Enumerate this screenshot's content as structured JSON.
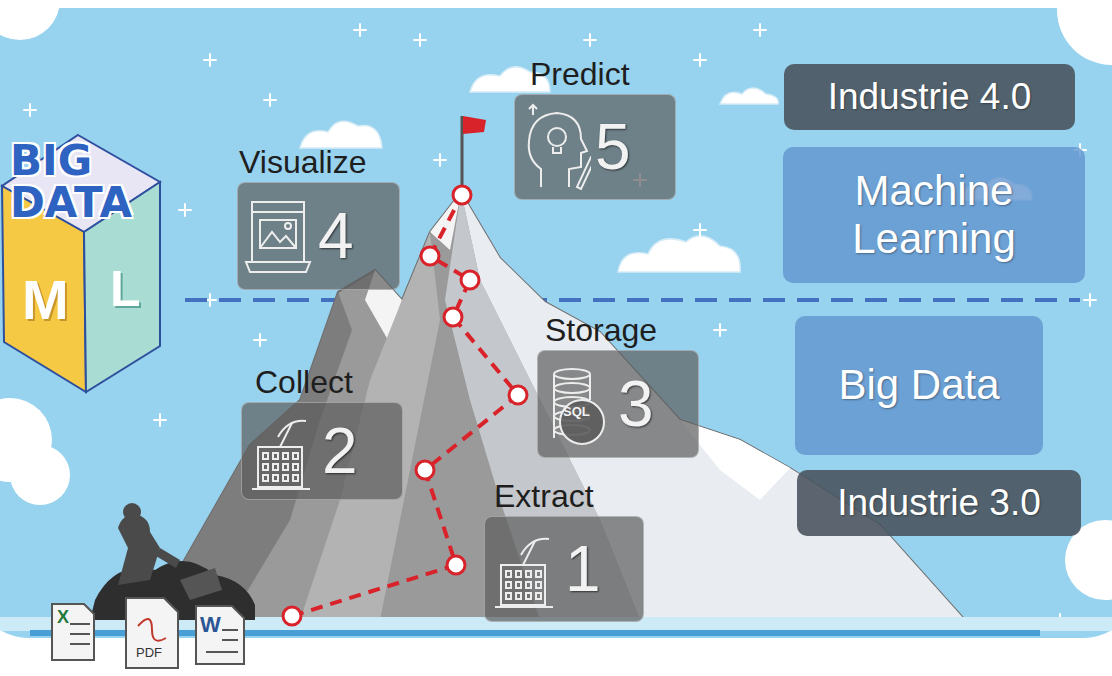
{
  "diagram": {
    "nodes": [
      {
        "text": [
          "Extract",
          "1"
        ]
      },
      {
        "text": [
          "Collect",
          "2"
        ]
      },
      {
        "text": [
          "Storage",
          "3"
        ]
      },
      {
        "text": [
          "Visualize",
          "4"
        ]
      },
      {
        "text": [
          "Predict",
          "5"
        ]
      },
      {
        "text": [
          "Industrie 4.0"
        ]
      },
      {
        "text": [
          "Machine Learning"
        ]
      },
      {
        "text": [
          "Big Data"
        ]
      },
      {
        "text": [
          "Industrie 3.0"
        ]
      }
    ],
    "labels": [
      "BIG DATA",
      "M",
      "L",
      "SQL",
      "X",
      "PDF",
      "W"
    ]
  }
}
